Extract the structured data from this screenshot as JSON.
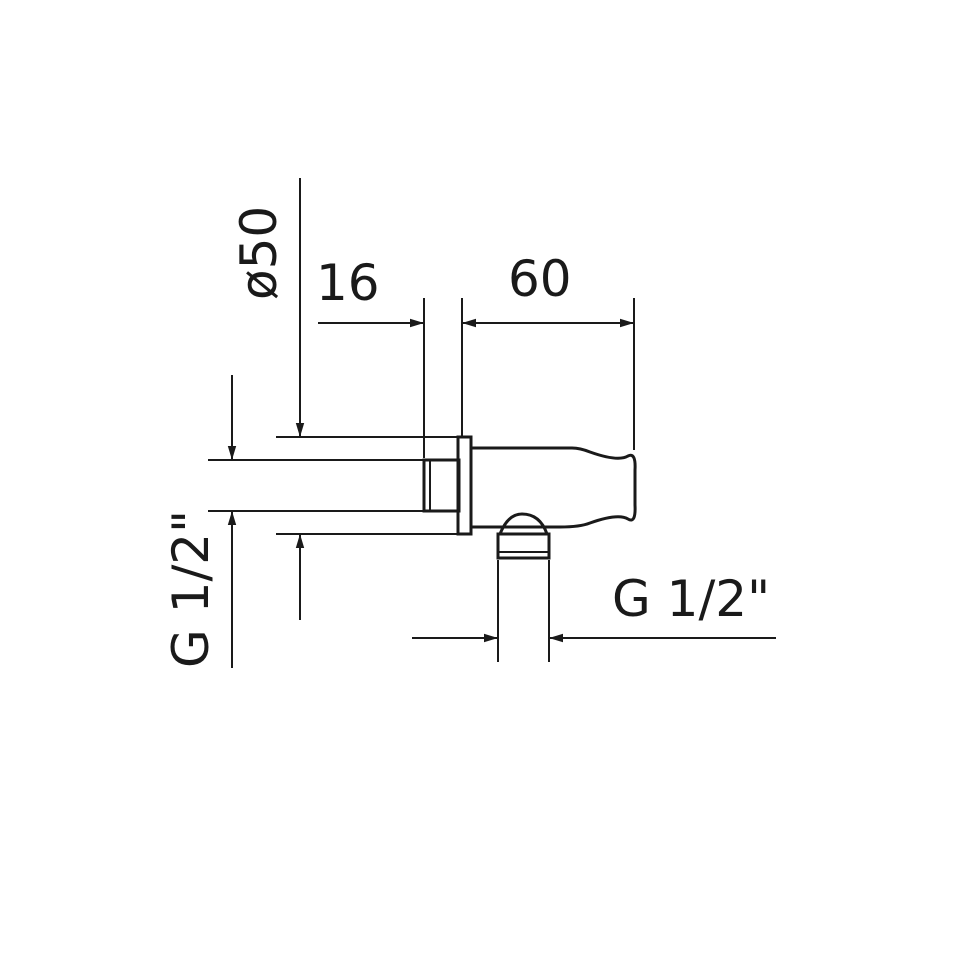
{
  "dimensions": {
    "diameter_label": "ø50",
    "depth_label": "16",
    "length_label": "60",
    "inlet_thread_label": "G 1/2\"",
    "outlet_thread_label": "G 1/2\""
  },
  "colors": {
    "line": "#1a1a1a",
    "background": "#ffffff"
  }
}
